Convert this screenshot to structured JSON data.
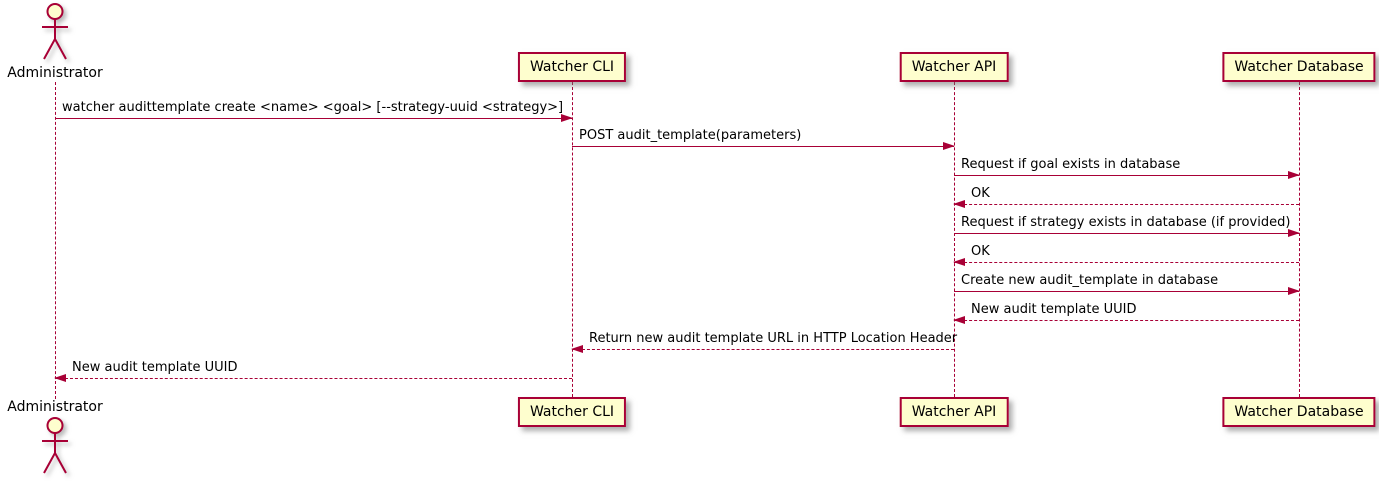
{
  "diagram_type": "uml-sequence-diagram",
  "colors": {
    "accent": "#A80036",
    "participant_fill": "#FEFECE",
    "background": "#FFFFFF",
    "text": "#000000"
  },
  "actor": {
    "name": "Administrator"
  },
  "participants": [
    {
      "label": "Watcher CLI"
    },
    {
      "label": "Watcher API"
    },
    {
      "label": "Watcher Database"
    }
  ],
  "messages": [
    {
      "from": "Administrator",
      "to": "Watcher CLI",
      "style": "solid",
      "text": "watcher audittemplate create <name> <goal> [--strategy-uuid <strategy>]"
    },
    {
      "from": "Watcher CLI",
      "to": "Watcher API",
      "style": "solid",
      "text": "POST audit_template(parameters)"
    },
    {
      "from": "Watcher API",
      "to": "Watcher Database",
      "style": "solid",
      "text": "Request if goal exists in database"
    },
    {
      "from": "Watcher Database",
      "to": "Watcher API",
      "style": "dashed",
      "text": "OK"
    },
    {
      "from": "Watcher API",
      "to": "Watcher Database",
      "style": "solid",
      "text": "Request if strategy exists in database (if provided)"
    },
    {
      "from": "Watcher Database",
      "to": "Watcher API",
      "style": "dashed",
      "text": "OK"
    },
    {
      "from": "Watcher API",
      "to": "Watcher Database",
      "style": "solid",
      "text": "Create new audit_template in database"
    },
    {
      "from": "Watcher Database",
      "to": "Watcher API",
      "style": "dashed",
      "text": "New audit template UUID"
    },
    {
      "from": "Watcher API",
      "to": "Watcher CLI",
      "style": "dashed",
      "text": "Return new audit template URL in HTTP Location Header"
    },
    {
      "from": "Watcher CLI",
      "to": "Administrator",
      "style": "dashed",
      "text": "New audit template UUID"
    }
  ]
}
